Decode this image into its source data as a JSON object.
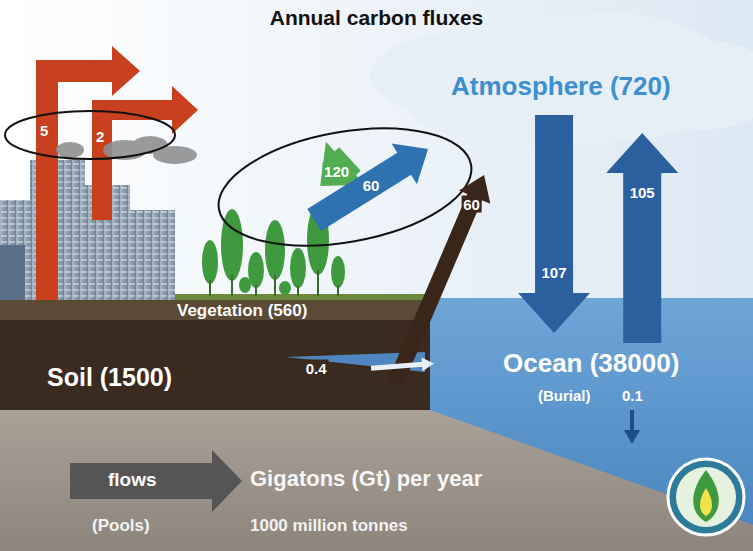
{
  "diagram": {
    "title": "Annual carbon fluxes",
    "nodes": [
      {
        "text": [
          "Atmosphere (720)"
        ]
      },
      {
        "text": [
          "Vegetation (560)"
        ]
      },
      {
        "text": [
          "Soil (1500)"
        ]
      },
      {
        "text": [
          "Ocean (38000)"
        ]
      }
    ],
    "edges": [
      {
        "from": 0,
        "to": 1,
        "label": "120",
        "arrow": "to"
      },
      {
        "from": 1,
        "to": 0,
        "label": "60",
        "arrow": "to"
      },
      {
        "from": 2,
        "to": 0,
        "label": "60",
        "arrow": "to"
      },
      {
        "from": 0,
        "to": 3,
        "label": "107",
        "arrow": "to"
      },
      {
        "from": 3,
        "to": 0,
        "label": "105",
        "arrow": "to"
      },
      {
        "from": 2,
        "to": 3,
        "label": "0.4",
        "arrow": "to"
      }
    ],
    "labels": [
      "5",
      "2",
      "(Burial)",
      "0.1",
      "flows",
      "Gigatons (Gt) per year",
      "(Pools)",
      "1000 million tonnes"
    ]
  }
}
